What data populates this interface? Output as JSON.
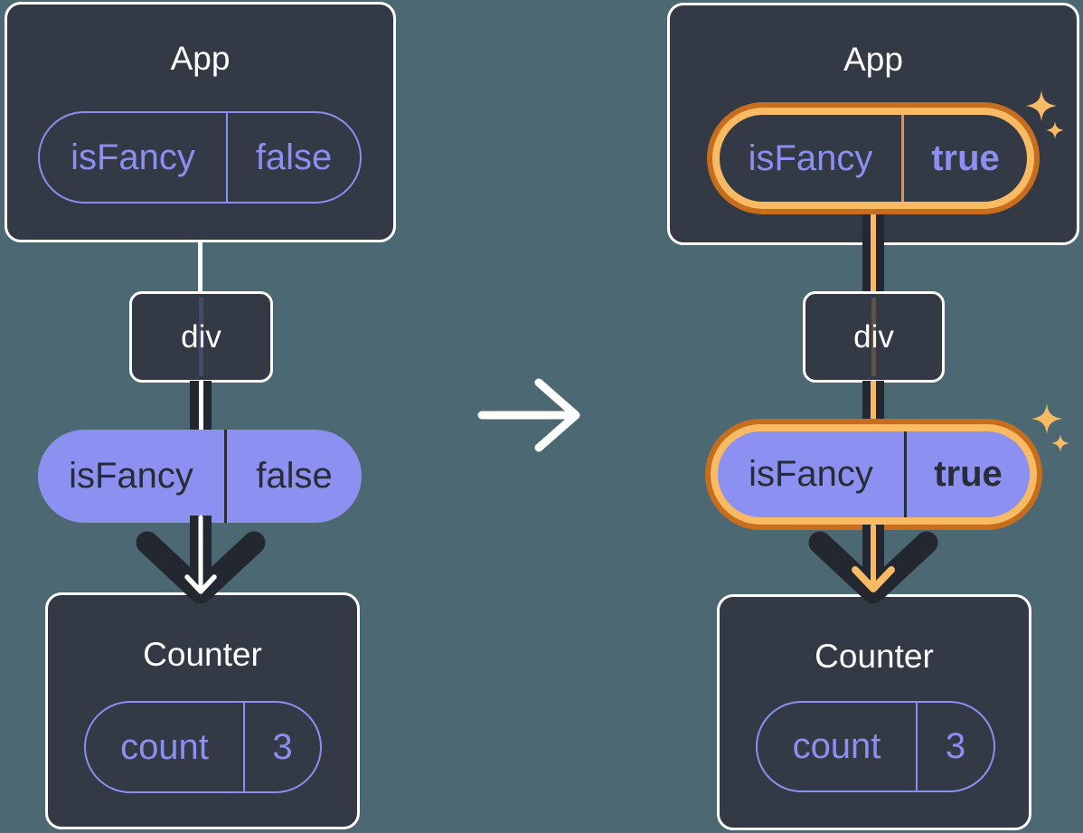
{
  "colors": {
    "bg": "#4C6872",
    "card": "#333945",
    "cardBorder": "#FFFFFF",
    "purple": "#8A8FF0",
    "pillFill": "#8C90F0",
    "dark": "#23272F",
    "textOnPill": "#272C37",
    "orangeDark": "#C76E1E",
    "orangeLight": "#F8BA62",
    "orangeMid": "#E09440",
    "white": "#FFFFFF"
  },
  "icons": {
    "transition": "arrow-right-icon",
    "sparkle": "sparkle-icon",
    "prop_flow_left": "arrow-down-white-icon",
    "prop_flow_right": "arrow-down-orange-icon"
  },
  "left": {
    "app_title": "App",
    "app_state": {
      "name": "isFancy",
      "value": "false"
    },
    "div_label": "div",
    "prop": {
      "name": "isFancy",
      "value": "false"
    },
    "counter_title": "Counter",
    "counter_state": {
      "name": "count",
      "value": "3"
    }
  },
  "right": {
    "app_title": "App",
    "app_state": {
      "name": "isFancy",
      "value": "true"
    },
    "div_label": "div",
    "prop": {
      "name": "isFancy",
      "value": "true"
    },
    "counter_title": "Counter",
    "counter_state": {
      "name": "count",
      "value": "3"
    }
  }
}
